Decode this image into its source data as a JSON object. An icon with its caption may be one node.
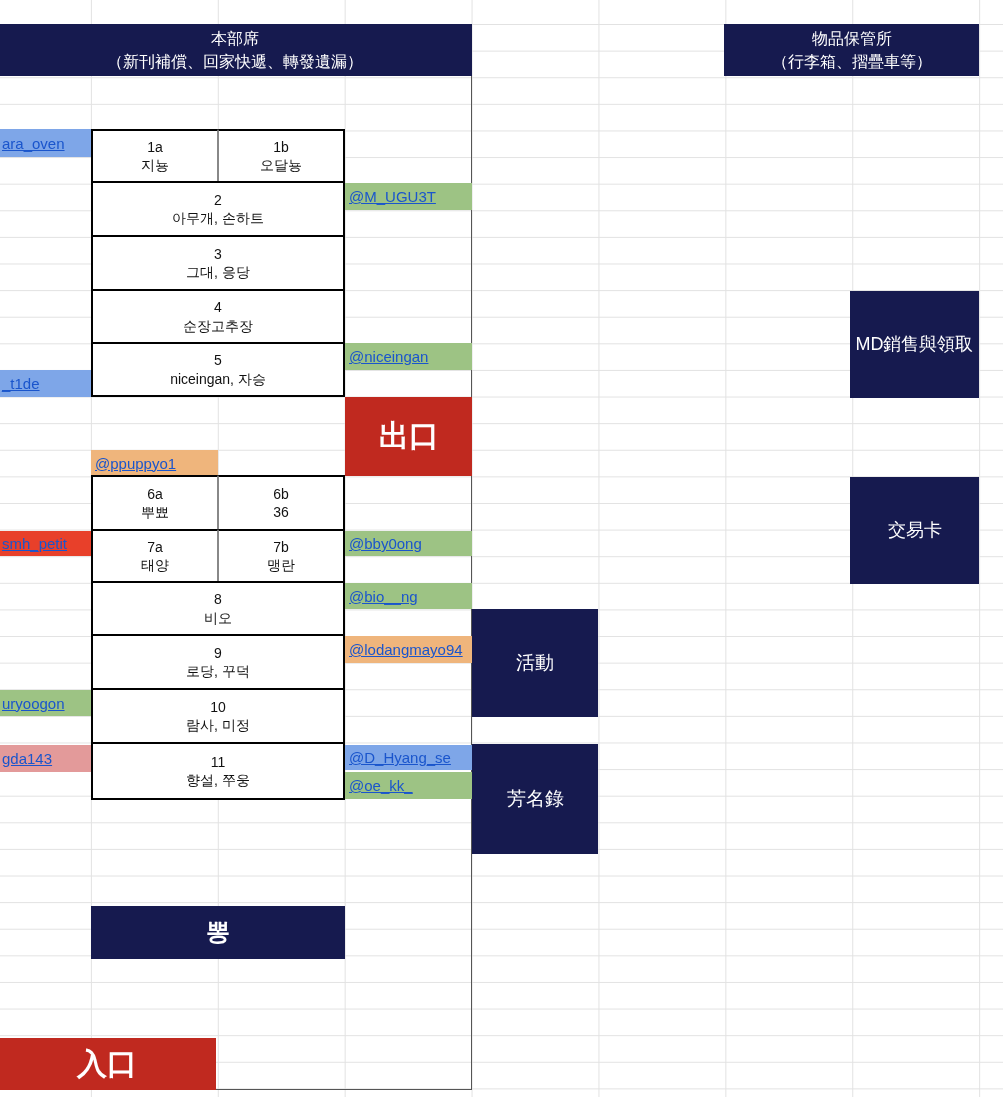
{
  "diagram": {
    "nodes": [
      {
        "text": [
          "本部席",
          "（新刊補償、回家快遞、轉發遺漏）"
        ]
      },
      {
        "text": [
          "物品保管所",
          "（行李箱、摺疊車等）"
        ]
      },
      {
        "text": [
          "ara_oven"
        ]
      },
      {
        "text": [
          "1a",
          "지뇽"
        ]
      },
      {
        "text": [
          "1b",
          "오달뇽"
        ]
      },
      {
        "text": [
          "@M_UGU3T"
        ]
      },
      {
        "text": [
          "2",
          "아무개, 손하트"
        ]
      },
      {
        "text": [
          "3",
          "그대, 응당"
        ]
      },
      {
        "text": [
          "4",
          "순장고추장"
        ]
      },
      {
        "text": [
          "MD銷售與領取"
        ]
      },
      {
        "text": [
          "@niceingan"
        ]
      },
      {
        "text": [
          "5",
          "niceingan, 자승"
        ]
      },
      {
        "text": [
          "_t1de"
        ]
      },
      {
        "text": [
          "出口"
        ]
      },
      {
        "text": [
          "@ppuppyo1"
        ]
      },
      {
        "text": [
          "6a",
          "뿌뾰"
        ]
      },
      {
        "text": [
          "6b",
          "36"
        ]
      },
      {
        "text": [
          "交易卡"
        ]
      },
      {
        "text": [
          "smh_petit"
        ]
      },
      {
        "text": [
          "7a",
          "태양"
        ]
      },
      {
        "text": [
          "7b",
          "맹란"
        ]
      },
      {
        "text": [
          "@bby0ong"
        ]
      },
      {
        "text": [
          "8",
          "비오"
        ]
      },
      {
        "text": [
          "@bio__ng"
        ]
      },
      {
        "text": [
          "活動"
        ]
      },
      {
        "text": [
          "9",
          "로당, 꾸덕"
        ]
      },
      {
        "text": [
          "@lodangmayo94"
        ]
      },
      {
        "text": [
          "uryoogon"
        ]
      },
      {
        "text": [
          "10",
          "람사, 미정"
        ]
      },
      {
        "text": [
          "gda143"
        ]
      },
      {
        "text": [
          "@D_Hyang_se"
        ]
      },
      {
        "text": [
          "11",
          "향설, 쭈웅"
        ]
      },
      {
        "text": [
          "@oe_kk_"
        ]
      },
      {
        "text": [
          "芳名錄"
        ]
      },
      {
        "text": [
          "뽕"
        ]
      },
      {
        "text": [
          "入口"
        ]
      }
    ]
  }
}
